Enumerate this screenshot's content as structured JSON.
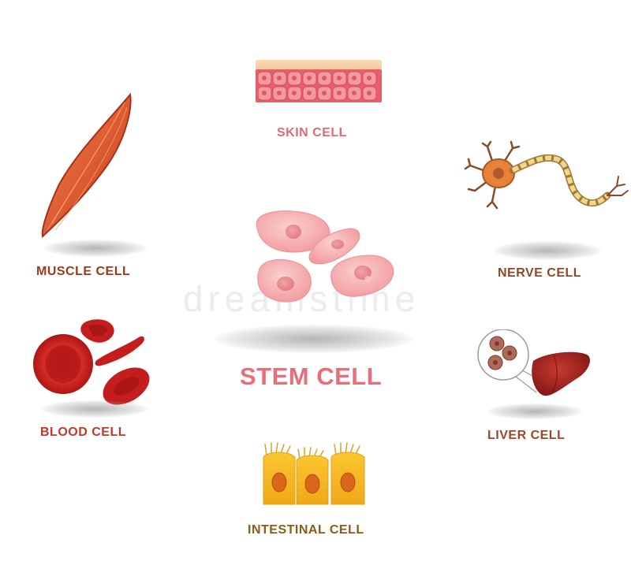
{
  "colors": {
    "skin_label": "#e0697a",
    "muscle_label": "#9a3a1a",
    "nerve_label": "#8a4a2a",
    "stem_label": "#e86e78",
    "blood_label": "#c0392b",
    "liver_label": "#a0442a",
    "intestinal_label": "#8a5a1a"
  },
  "labels": {
    "skin": "SKIN CELL",
    "muscle": "MUSCLE CELL",
    "nerve": "NERVE CELL",
    "stem": "STEM CELL",
    "blood": "BLOOD CELL",
    "liver": "LIVER CELL",
    "intestinal": "INTESTINAL CELL"
  },
  "watermark": "dreamstime"
}
